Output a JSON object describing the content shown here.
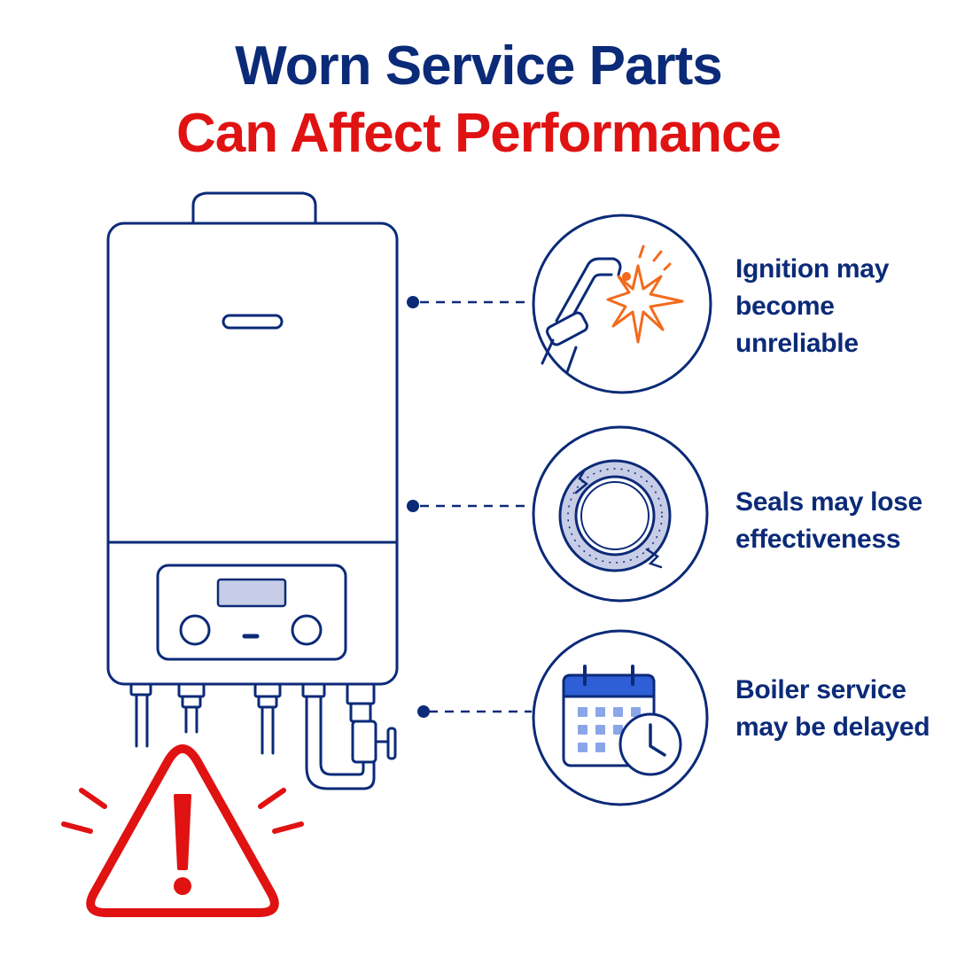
{
  "title": {
    "line1": "Worn Service Parts",
    "line2": "Can Affect Performance"
  },
  "callouts": [
    {
      "icon": "ignition-spark-icon",
      "text": "Ignition may become unreliable"
    },
    {
      "icon": "seal-ring-icon",
      "text": "Seals may lose effectiveness"
    },
    {
      "icon": "calendar-clock-icon",
      "text": "Boiler service may be delayed"
    }
  ],
  "warning": {
    "icon": "warning-triangle-icon"
  },
  "colors": {
    "navy": "#0b2a78",
    "red": "#e01212",
    "orange": "#f26b1d",
    "panel_fill": "#c7cde6",
    "calendar_blue": "#2f5fd6",
    "calendar_cell": "#8aa6e8"
  }
}
